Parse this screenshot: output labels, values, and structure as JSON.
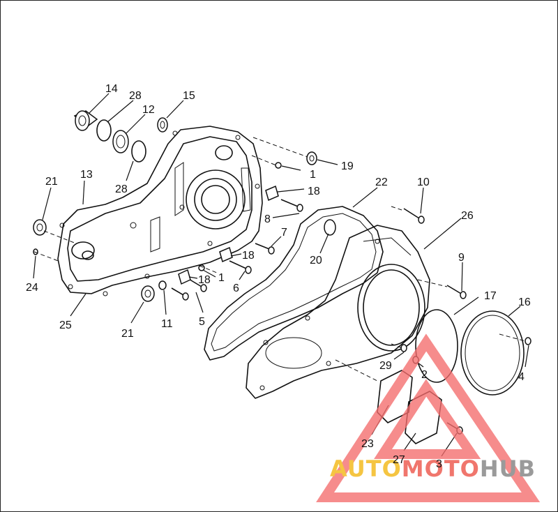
{
  "watermark": {
    "text_auto": "AUTO",
    "text_moto": "MOTO",
    "text_hub": "HUB",
    "color_auto": "#f5c542",
    "color_moto": "#f0766d",
    "color_hub": "#9a9a9a",
    "triangle_color": "#f36b6b"
  },
  "callouts": {
    "c14": "14",
    "c28a": "28",
    "c12": "12",
    "c15": "15",
    "c19": "19",
    "c1a": "1",
    "c18a": "18",
    "c22": "22",
    "c10": "10",
    "c21a": "21",
    "c13": "13",
    "c28b": "28",
    "c26": "26",
    "c8": "8",
    "c7": "7",
    "c18b": "18",
    "c20": "20",
    "c9": "9",
    "c24": "24",
    "c1b": "1",
    "c18c": "18",
    "c6": "6",
    "c17": "17",
    "c16": "16",
    "c25": "25",
    "c11": "11",
    "c5": "5",
    "c21b": "21",
    "c29": "29",
    "c2": "2",
    "c4": "4",
    "c23": "23",
    "c27": "27",
    "c3": "3"
  }
}
